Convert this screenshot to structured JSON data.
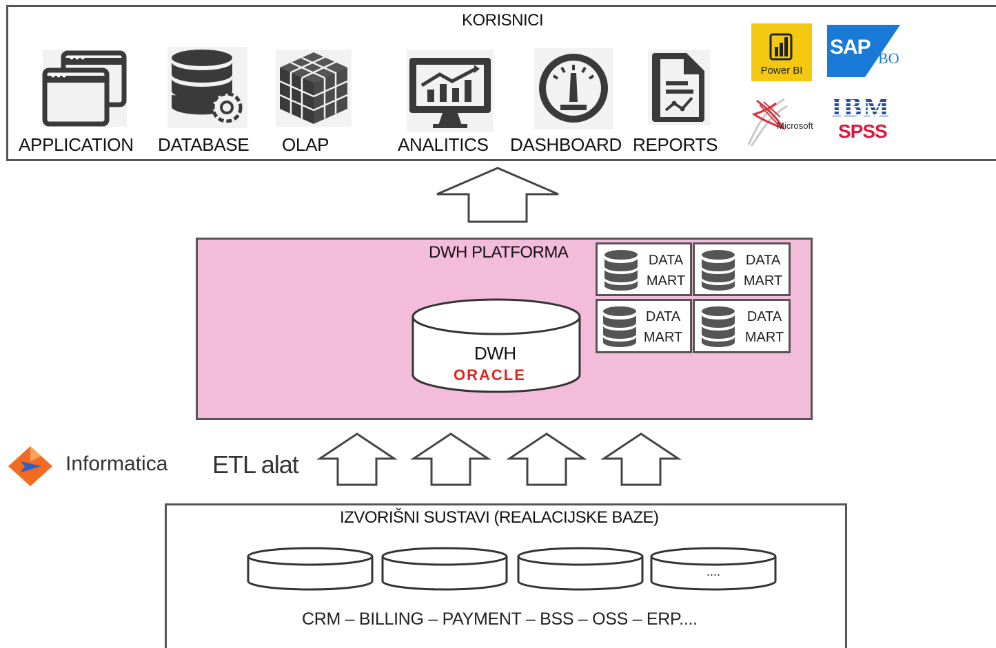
{
  "korisnici": {
    "title": "KORISNICI",
    "items": [
      {
        "label": "APPLICATION",
        "icon": "application-windows-icon"
      },
      {
        "label": "DATABASE",
        "icon": "database-gear-icon"
      },
      {
        "label": "OLAP",
        "icon": "olap-cube-icon"
      },
      {
        "label": "ANALITICS",
        "icon": "analytics-monitor-icon"
      },
      {
        "label": "DASHBOARD",
        "icon": "dashboard-gauge-icon"
      },
      {
        "label": "REPORTS",
        "icon": "report-document-icon"
      }
    ],
    "logos": {
      "powerbi": "Power BI",
      "sap": "SAP",
      "sap_bo": "BO",
      "microsoft": "Microsoft",
      "ibm": "IBM",
      "spss": "SPSS"
    }
  },
  "dwh_platform": {
    "title": "DWH PLATFORMA",
    "dwh_label": "DWH",
    "oracle": "ORACLE",
    "data_marts": [
      {
        "line1": "DATA",
        "line2": "MART"
      },
      {
        "line1": "DATA",
        "line2": "MART"
      },
      {
        "line1": "DATA",
        "line2": "MART"
      },
      {
        "line1": "DATA",
        "line2": "MART"
      }
    ]
  },
  "etl": {
    "brand": "Informatica",
    "label": "ETL alat"
  },
  "sources": {
    "title": "IZVORIŠNI SUSTAVI (REALACIJSKE BAZE)",
    "db_labels": [
      "",
      "",
      "",
      "...."
    ],
    "systems": "CRM – BILLING – PAYMENT – BSS – OSS – ERP...."
  },
  "colors": {
    "platform_fill": "#f4bcdb",
    "border": "#555555",
    "oracle_red": "#e0251b",
    "informatica_orange": "#f26b21",
    "informatica_blue": "#2f5ec4",
    "powerbi_yellow": "#f2c811",
    "sap_blue": "#1a7ad8",
    "ibm_blue": "#1f4fa5",
    "spss_red": "#e0173c"
  }
}
